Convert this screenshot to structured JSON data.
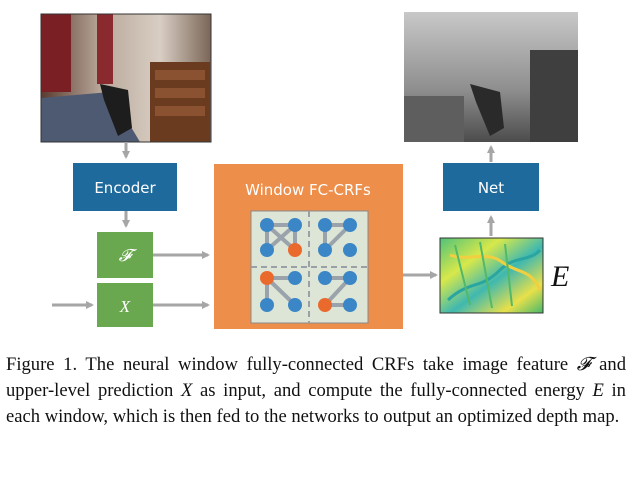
{
  "diagram": {
    "encoder_label": "Encoder",
    "crf_label": "Window FC-CRFs",
    "net_label": "Net",
    "feature_symbol": "𝓕",
    "prediction_symbol": "X",
    "energy_symbol": "E"
  },
  "caption": {
    "part1": "Figure 1.  The neural window fully-connected CRFs take image feature ",
    "feature_symbol": "𝓕",
    "part2": " and upper-level prediction ",
    "prediction_symbol": "X",
    "part3": " as input, and compute the fully-connected energy ",
    "energy_symbol": "E",
    "part4": " in each window, which is then fed to the networks to output an optimized depth map."
  },
  "colors": {
    "blue_box": "#1f6a9c",
    "green_box": "#6aa84f",
    "orange_box": "#ed8e4a",
    "node_blue": "#3b86c6",
    "node_orange": "#ea6a2e",
    "arrow": "#a6a6a6"
  }
}
